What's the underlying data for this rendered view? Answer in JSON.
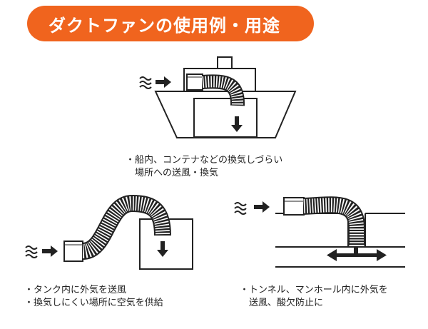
{
  "title": "ダクトファンの使用例・用途",
  "colors": {
    "accent": "#f0641e",
    "line": "#222222",
    "text": "#222222"
  },
  "examples": [
    {
      "id": "ship",
      "caption_lines": [
        "・船内、コンテナなどの換気しづらい",
        "　場所への送風・換気"
      ]
    },
    {
      "id": "tank",
      "caption_lines": [
        "・タンク内に外気を送風",
        "・換気しにくい場所に空気を供給"
      ]
    },
    {
      "id": "tunnel",
      "caption_lines": [
        "・トンネル、マンホール内に外気を",
        "　送風、酸欠防止に"
      ]
    }
  ],
  "icons": [
    "wind-icon",
    "arrow-right-icon",
    "arrow-down-icon",
    "double-arrow-icon",
    "duct-fan-icon",
    "flexible-duct-icon"
  ]
}
